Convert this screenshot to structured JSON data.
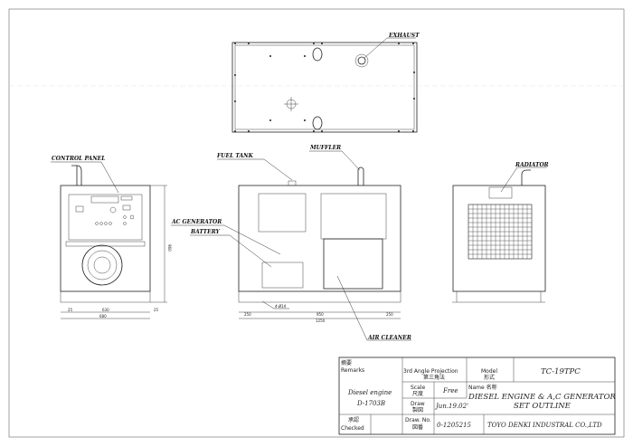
{
  "labels": {
    "exhaust": "EXHAUST",
    "control_panel": "CONTROL PANEL",
    "fuel_tank": "FUEL TANK",
    "muffler": "MUFFLER",
    "radiator": "RADIATOR",
    "ac_generator": "AC GENERATOR",
    "battery": "BATTERY",
    "air_cleaner": "AIR CLEANER"
  },
  "dimensions": {
    "front_side_left": "25",
    "front_inner": "630",
    "front_side_right": "25",
    "front_total": "680",
    "front_height": "960",
    "side_left": "250",
    "side_center": "950",
    "side_right": "250",
    "side_total": "1250",
    "holes": "4-Ø14"
  },
  "title_block": {
    "remarks_jp": "摘要",
    "remarks": "Remarks",
    "engine": "Diesel engine",
    "engine_model": "D-1703B",
    "checked_jp": "承認",
    "checked": "Checked",
    "projection": "3rd Angle Projection",
    "projection_jp": "第三角法",
    "model_label": "Model",
    "model_label_jp": "形式",
    "model_value": "TC-19TPC",
    "scale_label": "Scale",
    "scale_label_jp": "尺度",
    "scale_value": "Free",
    "name_label": "Name 名称",
    "name_line1": "DIESEL ENGINE & A,C GENERATOR",
    "name_line2": "SET OUTLINE",
    "draw_label": "Draw",
    "draw_label_jp": "製図",
    "draw_date": "Jun.19.02'",
    "drawno_label": "Draw. No.",
    "drawno_label_jp": "図番",
    "drawno_value": "0-1205215",
    "company": "TOYO DENKI INDUSTRAL CO.,LTD"
  }
}
